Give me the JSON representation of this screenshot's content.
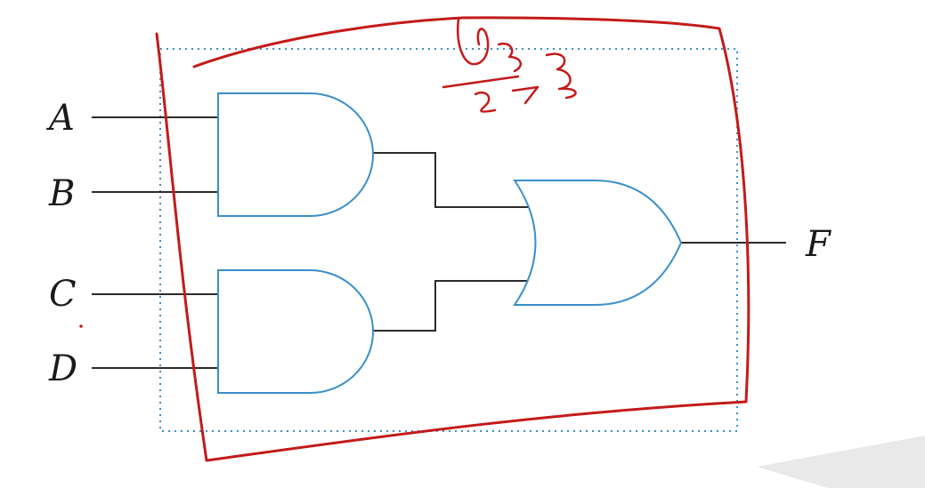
{
  "diagram": {
    "inputs": [
      "A",
      "B",
      "C",
      "D"
    ],
    "output": "F",
    "gates": [
      {
        "id": "and-1",
        "type": "AND",
        "inputs": [
          "A",
          "B"
        ]
      },
      {
        "id": "and-2",
        "type": "AND",
        "inputs": [
          "C",
          "D"
        ]
      },
      {
        "id": "or-1",
        "type": "OR",
        "inputs": [
          "and-1",
          "and-2"
        ],
        "output": "F"
      }
    ]
  },
  "colors": {
    "gate_stroke": "#3a8fc9",
    "wire": "#2b2b2b",
    "annotation_ink": "#c41a1a"
  }
}
